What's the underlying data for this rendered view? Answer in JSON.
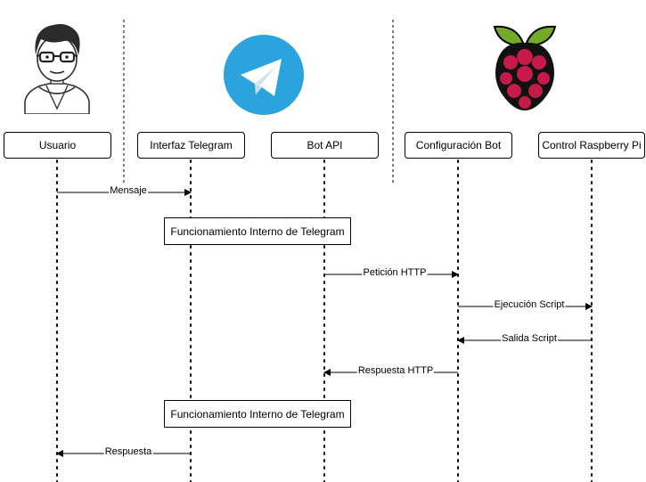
{
  "participants": [
    {
      "label": "Usuario",
      "icon": "user-avatar-icon"
    },
    {
      "label": "Interfaz Telegram",
      "icon": "telegram-logo-icon"
    },
    {
      "label": "Bot API"
    },
    {
      "label": "Configuración Bot",
      "icon": "raspberry-pi-logo-icon"
    },
    {
      "label": "Control Raspberry Pi"
    }
  ],
  "messages": [
    {
      "from": 0,
      "to": 1,
      "label": "Mensaje"
    },
    {
      "from": 2,
      "to": 3,
      "label": "Petición HTTP"
    },
    {
      "from": 3,
      "to": 4,
      "label": "Ejecución Script"
    },
    {
      "from": 4,
      "to": 3,
      "label": "Salida Script"
    },
    {
      "from": 3,
      "to": 2,
      "label": "Respuesta HTTP"
    },
    {
      "from": 1,
      "to": 0,
      "label": "Respuesta"
    }
  ],
  "notes": [
    {
      "label": "Funcionamiento Interno de Telegram"
    },
    {
      "label": "Funcionamiento Interno de Telegram"
    }
  ],
  "colors": {
    "telegram_blue": "#2AA3DF",
    "raspberry_red": "#C51A4A",
    "raspberry_green": "#75A928"
  }
}
